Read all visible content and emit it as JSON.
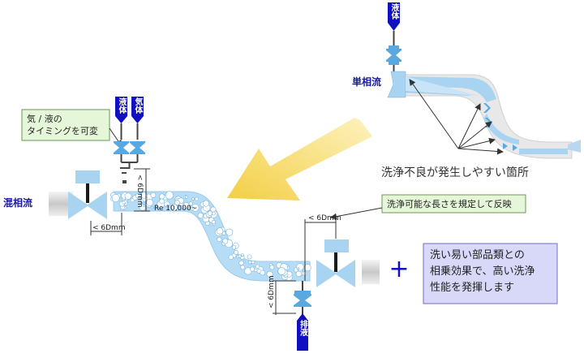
{
  "labels": {
    "liquid_top": "液体",
    "liquid_left": "液体",
    "gas_left": "気体",
    "drain": "排液",
    "single_phase": "単相流",
    "mixed_phase": "混相流",
    "gas_liquid_timing": [
      "気 / 液の",
      "タイミングを可変"
    ],
    "washing_fault": "洗浄不良が発生しやすい箇所",
    "washable_length": "洗浄可能な長さを規定して反映",
    "reynolds": "Re 10,000~",
    "dim_6d_bottom_left": "< 6Dmm",
    "dim_6d_vertical_left": "< 6Dmm",
    "dim_6d_top_right": "< 6Dmm",
    "dim_6d_vertical_right": "< 6Dmm",
    "synergy_text": [
      "洗い易い部品類との",
      "相乗効果で、高い洗浄",
      "性能を発揮します"
    ],
    "plus_sign": "+"
  },
  "colors": {
    "dark_blue": "#1010c0",
    "light_blue": "#a8d4f2",
    "pipe_gray": "#d8d8d8",
    "callout_green": "#e6f6d8",
    "callout_border": "#6a9a50",
    "arrow_yellow": "#f7d75a",
    "synergy_bg": "#d8d8f8",
    "synergy_border": "#7070c0"
  }
}
